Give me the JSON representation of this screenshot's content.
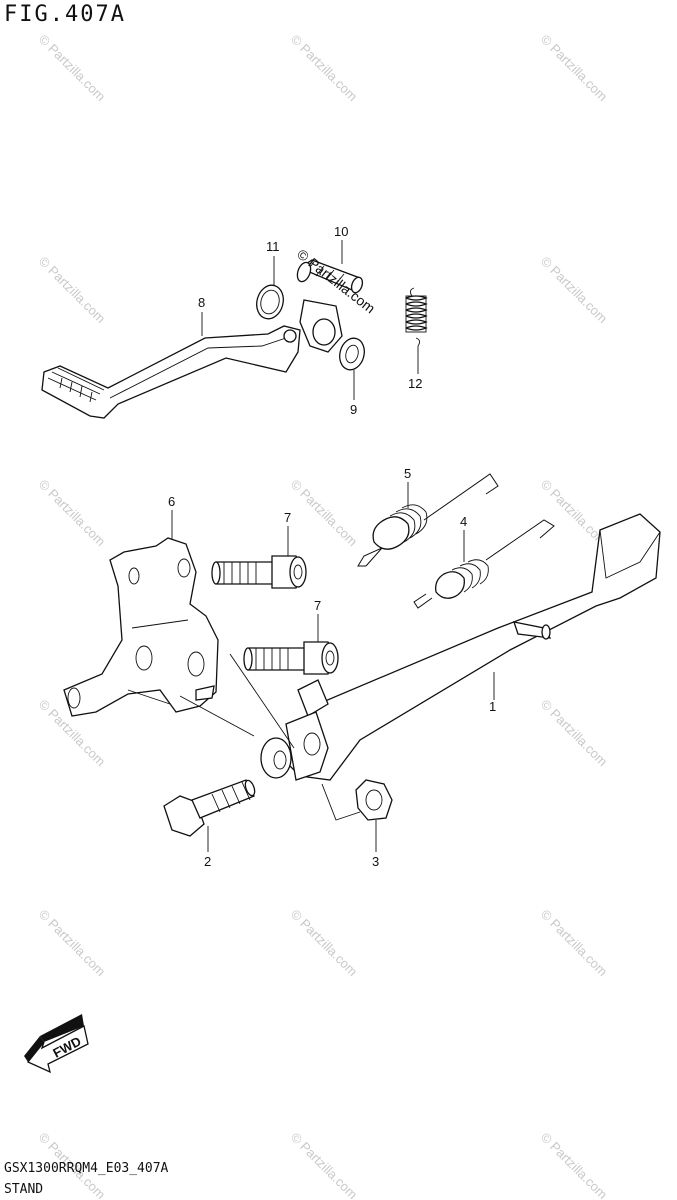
{
  "figure": {
    "title": "FIG.407A",
    "footer_code": "GSX1300RRQM4_E03_407A",
    "footer_name": "STAND",
    "watermark": "© Partzilla.com",
    "inline_watermark": "© Partzilla.com",
    "fwd_label": "FWD"
  },
  "callouts": [
    {
      "id": "1",
      "label": "1"
    },
    {
      "id": "2",
      "label": "2"
    },
    {
      "id": "3",
      "label": "3"
    },
    {
      "id": "4",
      "label": "4"
    },
    {
      "id": "5",
      "label": "5"
    },
    {
      "id": "6",
      "label": "6"
    },
    {
      "id": "7a",
      "label": "7"
    },
    {
      "id": "7b",
      "label": "7"
    },
    {
      "id": "8",
      "label": "8"
    },
    {
      "id": "9",
      "label": "9"
    },
    {
      "id": "10",
      "label": "10"
    },
    {
      "id": "11",
      "label": "11"
    },
    {
      "id": "12",
      "label": "12"
    }
  ]
}
